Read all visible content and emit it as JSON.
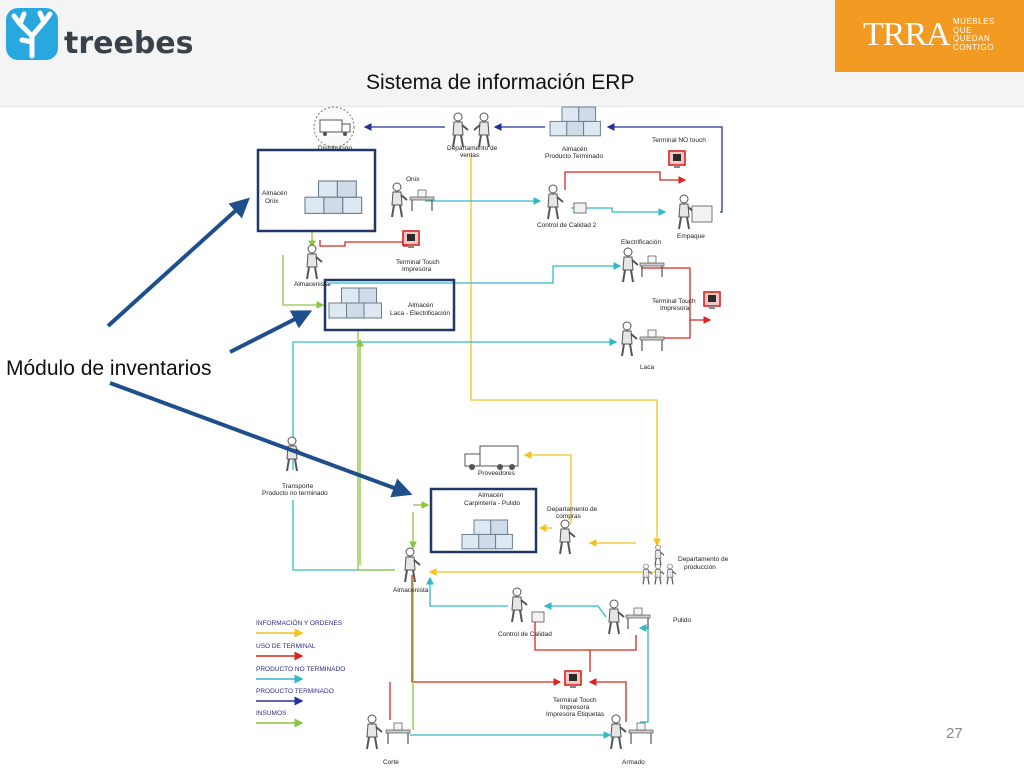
{
  "header": {
    "logo_left_text": "treebes",
    "logo_right_brand": "TRRA",
    "logo_right_tagline": [
      "MUEBLES",
      "QUE",
      "QUEDAN",
      "CONTIGO"
    ]
  },
  "title": "Sistema de información ERP",
  "side_label": "Módulo de inventarios",
  "slide_number": "27",
  "colors": {
    "informacion": "#f2c21d",
    "terminal": "#d9251d",
    "no_terminado": "#32b9c6",
    "terminado": "#26329a",
    "insumos": "#8cc63f",
    "highlight": "#1f3864",
    "pointer_arrow": "#1f4e8c",
    "orange_brand": "#f29a21"
  },
  "nodes": {
    "distribucion": "Distribución",
    "ventas": [
      "Departamento de",
      "ventas"
    ],
    "almacen_pt": [
      "Almacén",
      "Producto Terminado"
    ],
    "terminal_no_touch": "Terminal NO touch",
    "onix": "Onix",
    "almacen_onix": [
      "Almacén",
      "Onix"
    ],
    "control_calidad_2": "Control de Calidad 2",
    "empaque": "Empaque",
    "terminal_touch_top": [
      "Terminal Touch",
      "Impresora"
    ],
    "almacenista_top": "Almacenista",
    "almacen_laca": [
      "Almacén",
      "Laca - Electrificación"
    ],
    "electrificacion": "Electrificación",
    "terminal_touch_right": [
      "Terminal Touch",
      "Impresora"
    ],
    "laca": "Laca",
    "transporte": [
      "Transporte",
      "Producto no terminado"
    ],
    "proveedores": "Proveedores",
    "almacen_carpinteria": [
      "Almacén",
      "Carpintería - Pulido"
    ],
    "compras": [
      "Departamento de",
      "compras"
    ],
    "produccion": [
      "Departamento de",
      "producción"
    ],
    "almacenista_bottom": "Almacenista",
    "control_calidad": "Control de Calidad",
    "pulido": "Pulido",
    "terminal_touch_bottom": [
      "Terminal Touch",
      "Impresora",
      "Impresora Etiquetas"
    ],
    "corte": "Corte",
    "armado": "Armado"
  },
  "legend": [
    {
      "label": "INFORMACIÓN Y ORDENES",
      "color": "#f2c21d"
    },
    {
      "label": "USO DE TERMINAL",
      "color": "#d9251d"
    },
    {
      "label": "PRODUCTO NO TERMINADO",
      "color": "#32b9c6"
    },
    {
      "label": "PRODUCTO TERMINADO",
      "color": "#26329a"
    },
    {
      "label": "INSUMOS",
      "color": "#8cc63f"
    }
  ]
}
